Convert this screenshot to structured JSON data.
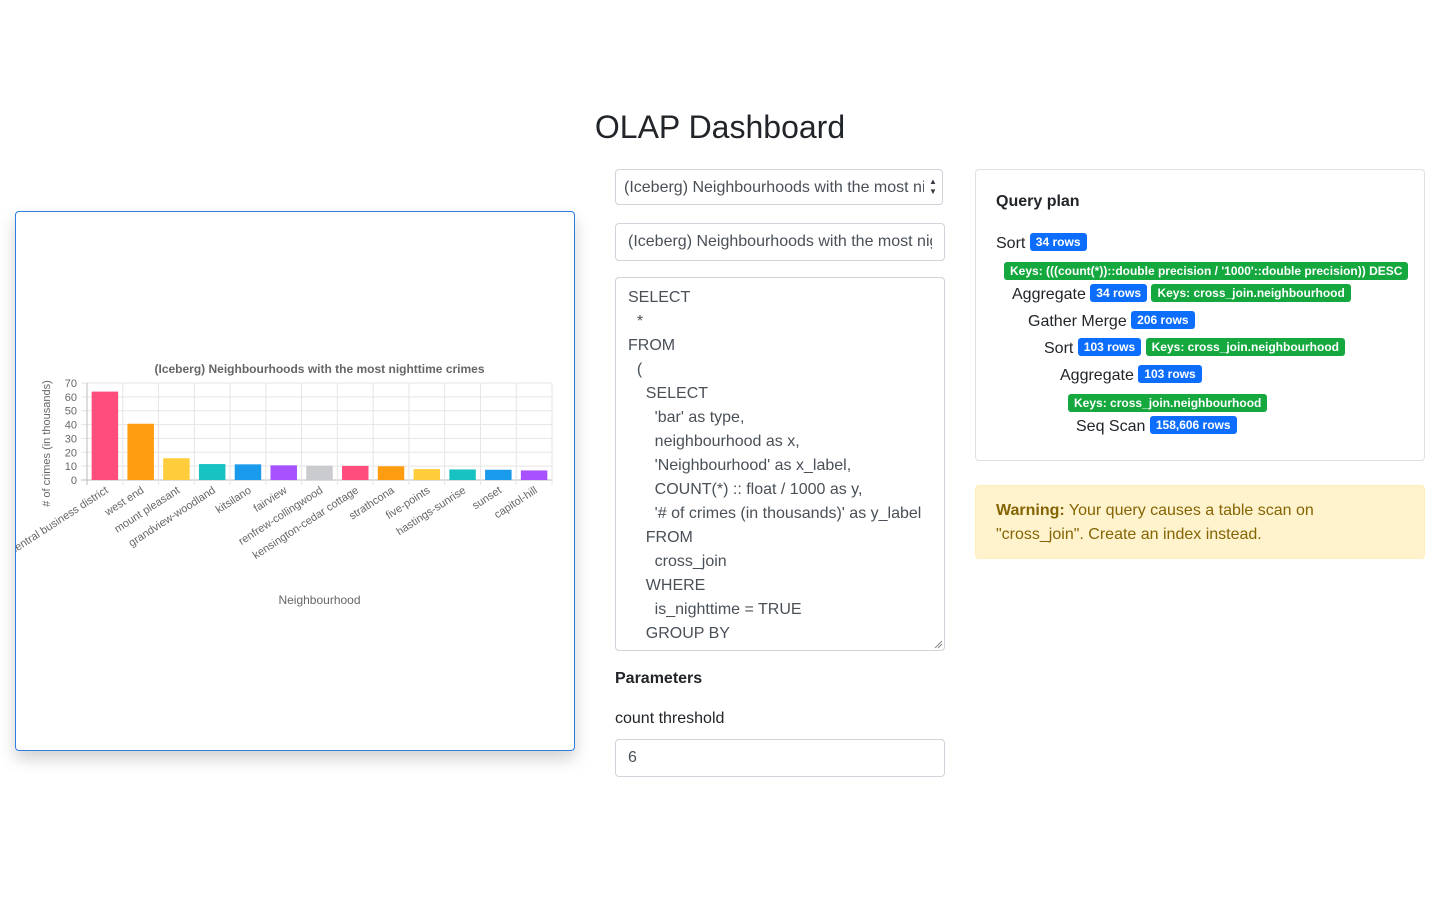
{
  "page": {
    "title": "OLAP Dashboard"
  },
  "query_select": {
    "selected": "(Iceberg) Neighbourhoods with the most nighttime crimes"
  },
  "query_name": {
    "value": "(Iceberg) Neighbourhoods with the most nighttime crimes"
  },
  "sql": "SELECT\n  *\nFROM\n  (\n    SELECT\n      'bar' as type,\n      neighbourhood as x,\n      'Neighbourhood' as x_label,\n      COUNT(*) :: float / 1000 as y,\n      '# of crimes (in thousands)' as y_label\n    FROM\n      cross_join\n    WHERE\n      is_nighttime = TRUE\n    GROUP BY\n      neighbourhood",
  "parameters": {
    "heading": "Parameters",
    "count_label": "count threshold",
    "count_value": "6"
  },
  "query_plan": {
    "heading": "Query plan",
    "nodes": [
      {
        "name": "Sort",
        "rows": "34 rows",
        "keys": "Keys: (((count(*))::double precision / '1000'::double precision)) DESC"
      },
      {
        "name": "Aggregate",
        "rows": "34 rows",
        "keys": "Keys: cross_join.neighbourhood"
      },
      {
        "name": "Gather Merge",
        "rows": "206 rows"
      },
      {
        "name": "Sort",
        "rows": "103 rows",
        "keys": "Keys: cross_join.neighbourhood"
      },
      {
        "name": "Aggregate",
        "rows": "103 rows",
        "keys": "Keys: cross_join.neighbourhood"
      },
      {
        "name": "Seq Scan",
        "rows": "158,606 rows"
      }
    ]
  },
  "warning": {
    "strong": "Warning:",
    "text": " Your query causes a table scan on \"cross_join\". Create an index instead."
  },
  "colors": {
    "badge_blue": "#0d6efd",
    "badge_green": "#14a83f",
    "warning_bg": "#fff3cd",
    "warning_text": "#856404"
  },
  "chart_data": {
    "type": "bar",
    "title": "(Iceberg) Neighbourhoods with the most nighttime crimes",
    "xlabel": "Neighbourhood",
    "ylabel": "# of crimes (in thousands)",
    "ylim": [
      0,
      70
    ],
    "yticks": [
      "0",
      "10",
      "20",
      "30",
      "40",
      "50",
      "60",
      "70"
    ],
    "grid": true,
    "categories": [
      "central business district",
      "west end",
      "mount pleasant",
      "grandview-woodland",
      "kitsilano",
      "fairview",
      "renfrew-collingwood",
      "kensington-cedar cottage",
      "strathcona",
      "five-points",
      "hastings-sunrise",
      "sunset",
      "capitol-hill"
    ],
    "values": [
      63.8,
      40.6,
      15.7,
      11.5,
      11.3,
      10.6,
      10.3,
      10.2,
      9.9,
      7.9,
      7.6,
      7.4,
      6.9
    ],
    "colors": [
      "#ff4e7e",
      "#ff9c0f",
      "#ffcd3c",
      "#18c2c2",
      "#1a9aeb",
      "#a852ff",
      "#c9cbcf",
      "#ff4e7e",
      "#ff9c0f",
      "#ffcd3c",
      "#18c2c2",
      "#1a9aeb",
      "#a852ff",
      "#c9cbcf"
    ]
  }
}
